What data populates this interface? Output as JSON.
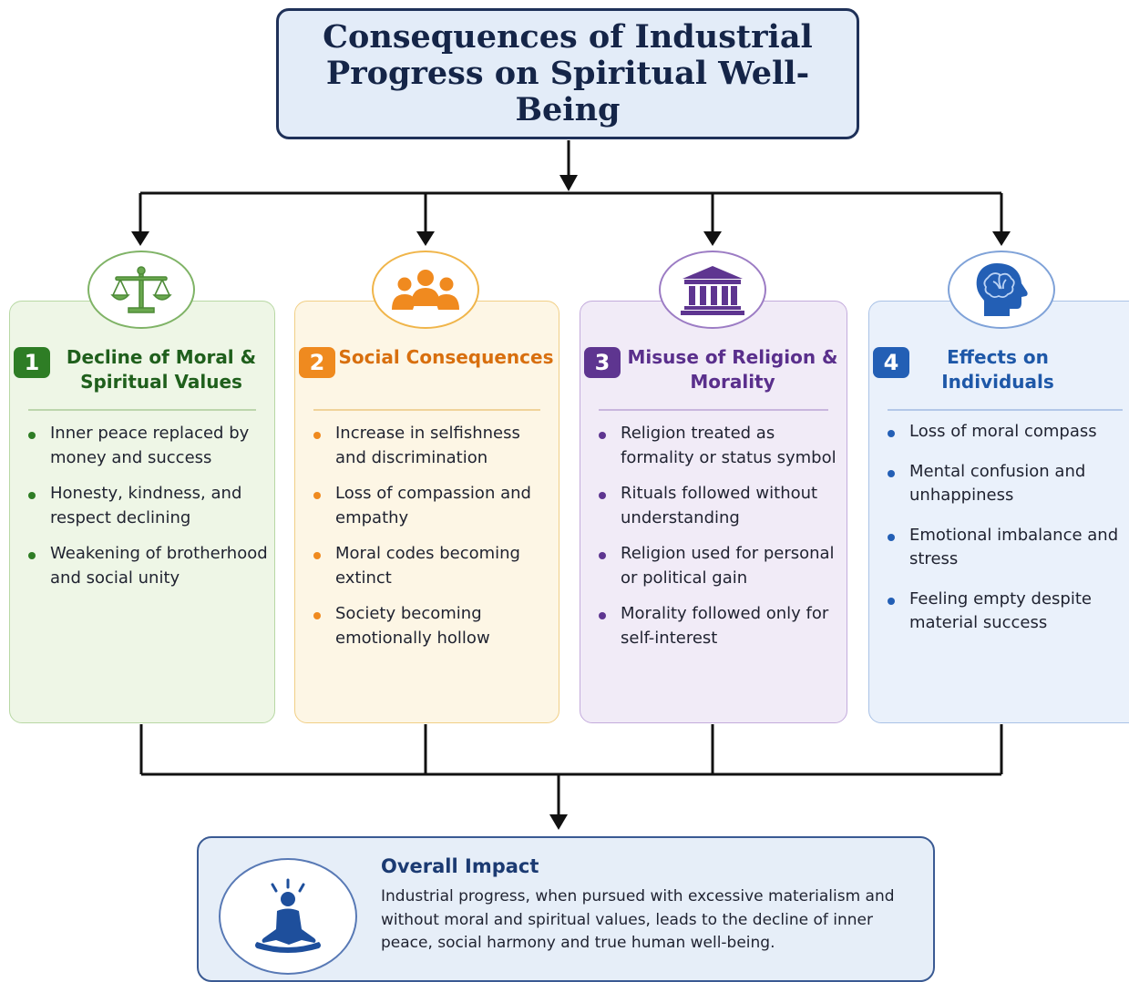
{
  "title": "Consequences of Industrial Progress on Spiritual Well-Being",
  "cards": [
    {
      "number": "1",
      "title": "Decline of Moral & Spiritual Values",
      "icon": "scales-of-justice-icon",
      "color": "#2e7d25",
      "bullets": [
        "Inner peace replaced by money and success",
        "Honesty, kindness, and respect declining",
        "Weakening of brotherhood and social unity"
      ]
    },
    {
      "number": "2",
      "title": "Social Consequences",
      "icon": "people-group-icon",
      "color": "#ef8a1f",
      "bullets": [
        "Increase in selfishness and discrimination",
        "Loss of compassion and empathy",
        "Moral codes becoming extinct",
        "Society becoming emotionally hollow"
      ]
    },
    {
      "number": "3",
      "title": "Misuse of Religion & Morality",
      "icon": "temple-building-icon",
      "color": "#5e3590",
      "bullets": [
        "Religion treated as formality or status symbol",
        "Rituals followed without understanding",
        "Religion used for personal or political gain",
        "Morality followed only for self-interest"
      ]
    },
    {
      "number": "4",
      "title": "Effects on Individuals",
      "icon": "head-brain-icon",
      "color": "#235fb5",
      "bullets": [
        "Loss of moral compass",
        "Mental confusion and unhappiness",
        "Emotional imbalance and stress",
        "Feeling empty despite material success"
      ]
    }
  ],
  "impact": {
    "title": "Overall Impact",
    "icon": "meditating-person-icon",
    "text": "Industrial progress, when pursued with excessive materialism and without moral and spiritual values, leads to the decline of inner peace, social harmony and true human well-being."
  }
}
